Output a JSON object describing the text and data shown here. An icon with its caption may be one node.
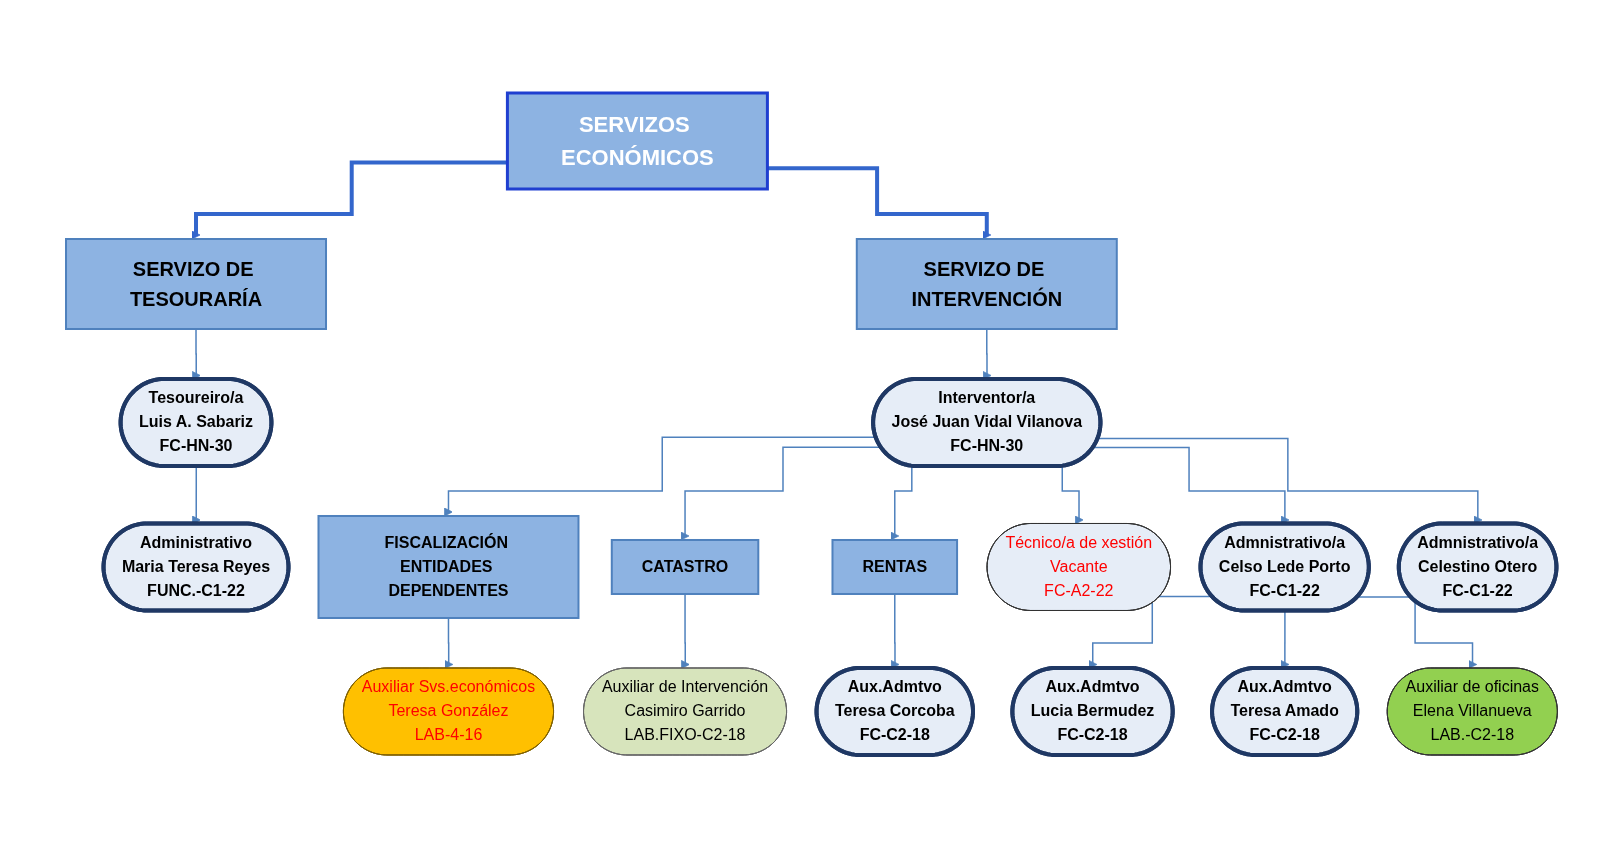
{
  "diagram": {
    "nodes": [
      {
        "text": [
          "SERVIZOS ECONÓMICOS"
        ]
      },
      {
        "text": [
          "SERVIZO DE TESOURARÍA"
        ]
      },
      {
        "text": [
          "SERVIZO DE INTERVENCIÓN"
        ]
      },
      {
        "text": [
          "Tesoureiro/a",
          "Luis A. Sabariz",
          "FC-HN-30"
        ]
      },
      {
        "text": [
          "Administrativo",
          "Maria Teresa Reyes",
          "FUNC.-C1-22"
        ]
      },
      {
        "text": [
          "Interventor/a",
          "José Juan Vidal Vilanova",
          "FC-HN-30"
        ]
      },
      {
        "text": [
          "FISCALIZACIÓN ENTIDADES DEPENDENTES"
        ]
      },
      {
        "text": [
          "CATASTRO"
        ]
      },
      {
        "text": [
          "RENTAS"
        ]
      },
      {
        "text": [
          "Técnico/a de xestión",
          "Vacante",
          "FC-A2-22"
        ]
      },
      {
        "text": [
          "Admnistrativo/a",
          "Celso Lede Porto",
          "FC-C1-22"
        ]
      },
      {
        "text": [
          "Admnistrativo/a",
          "Celestino Otero",
          "FC-C1-22"
        ]
      },
      {
        "text": [
          "Auxiliar Svs.económicos",
          "Teresa González",
          "LAB-4-16"
        ]
      },
      {
        "text": [
          "Auxiliar de Intervención",
          "Casimiro Garrido",
          "LAB.FIXO-C2-18"
        ]
      },
      {
        "text": [
          "Aux.Admtvo",
          "Teresa Corcoba",
          "FC-C2-18"
        ]
      },
      {
        "text": [
          "Aux.Admtvo",
          "Lucia Bermudez",
          "FC-C2-18"
        ]
      },
      {
        "text": [
          "Aux.Admtvo",
          "Teresa Amado",
          "FC-C2-18"
        ]
      },
      {
        "text": [
          "Auxiliar de oficinas",
          "Elena Villanueva",
          "LAB.-C2-18"
        ]
      }
    ],
    "edges": [
      {
        "from": 0,
        "to": 1,
        "arrow": "to",
        "style": "thick"
      },
      {
        "from": 0,
        "to": 2,
        "arrow": "to",
        "style": "thick"
      },
      {
        "from": 1,
        "to": 3,
        "arrow": "to"
      },
      {
        "from": 3,
        "to": 4,
        "arrow": "to"
      },
      {
        "from": 2,
        "to": 5,
        "arrow": "to"
      },
      {
        "from": 5,
        "to": 6,
        "arrow": "to"
      },
      {
        "from": 5,
        "to": 7,
        "arrow": "to"
      },
      {
        "from": 5,
        "to": 8,
        "arrow": "to"
      },
      {
        "from": 5,
        "to": 9,
        "arrow": "to"
      },
      {
        "from": 5,
        "to": 10,
        "arrow": "to"
      },
      {
        "from": 5,
        "to": 11,
        "arrow": "to"
      },
      {
        "from": 6,
        "to": 12,
        "arrow": "to"
      },
      {
        "from": 7,
        "to": 13,
        "arrow": "to"
      },
      {
        "from": 8,
        "to": 14,
        "arrow": "to"
      },
      {
        "from": 10,
        "to": 15,
        "arrow": "to"
      },
      {
        "from": 10,
        "to": 16,
        "arrow": "to"
      },
      {
        "from": 10,
        "to": 17,
        "arrow": "to"
      }
    ]
  }
}
